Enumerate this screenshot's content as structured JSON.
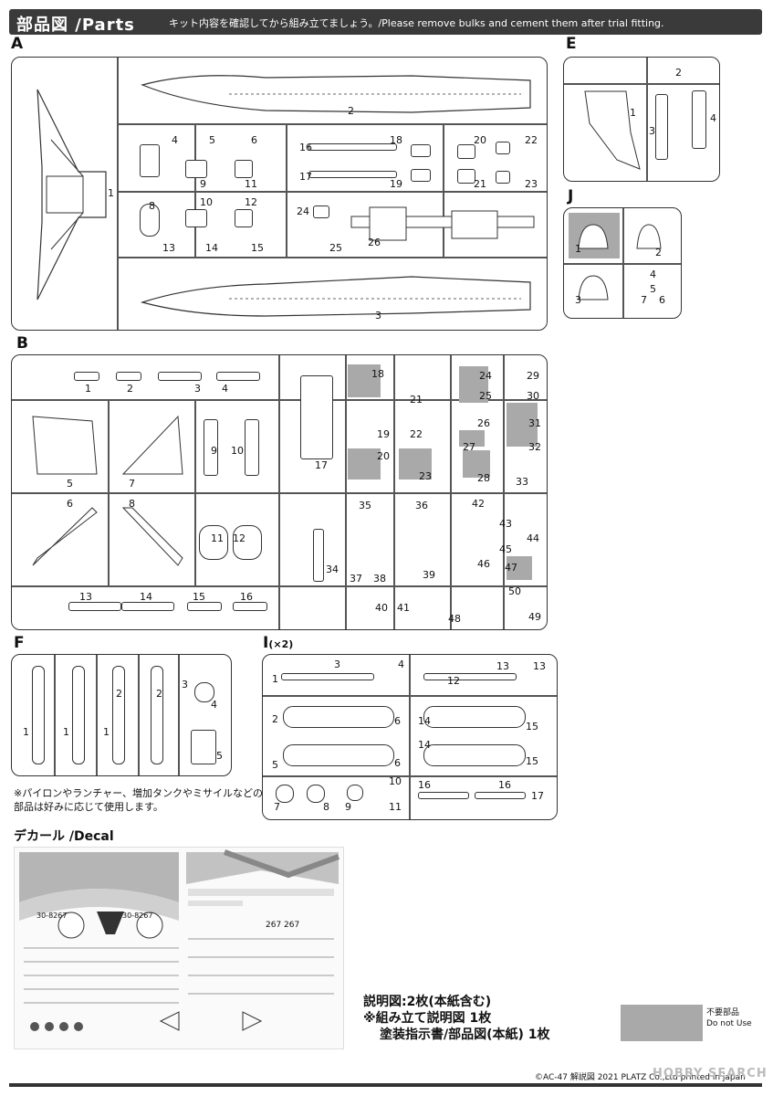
{
  "header": {
    "title": "部品図 /Parts",
    "note": "キット内容を確認してから組み立てましょう。/Please remove bulks and cement them after trial fitting."
  },
  "sections": {
    "A": {
      "label": "A",
      "numbers": [
        "1",
        "2",
        "3",
        "4",
        "5",
        "6",
        "8",
        "9",
        "10",
        "11",
        "12",
        "13",
        "14",
        "15",
        "16",
        "17",
        "18",
        "19",
        "20",
        "21",
        "22",
        "23",
        "24",
        "25",
        "26"
      ]
    },
    "B": {
      "label": "B",
      "numbers": [
        "1",
        "2",
        "3",
        "4",
        "5",
        "6",
        "7",
        "8",
        "9",
        "10",
        "11",
        "12",
        "13",
        "14",
        "15",
        "16",
        "17",
        "18",
        "19",
        "20",
        "21",
        "22",
        "23",
        "24",
        "25",
        "26",
        "27",
        "28",
        "29",
        "30",
        "31",
        "32",
        "33",
        "34",
        "35",
        "36",
        "37",
        "38",
        "39",
        "40",
        "41",
        "42",
        "43",
        "44",
        "45",
        "46",
        "47",
        "48",
        "49",
        "50"
      ]
    },
    "E": {
      "label": "E",
      "numbers": [
        "1",
        "2",
        "3",
        "4"
      ]
    },
    "J": {
      "label": "J",
      "numbers": [
        "1",
        "2",
        "3",
        "4",
        "5",
        "6",
        "7"
      ]
    },
    "F": {
      "label": "F",
      "numbers": [
        "1",
        "1",
        "1",
        "2",
        "2",
        "3",
        "4",
        "5"
      ]
    },
    "I": {
      "label": "I",
      "sub": "(×2)",
      "numbers": [
        "1",
        "2",
        "3",
        "4",
        "5",
        "6",
        "6",
        "7",
        "8",
        "9",
        "10",
        "11",
        "12",
        "13",
        "13",
        "14",
        "14",
        "15",
        "15",
        "16",
        "16",
        "17"
      ]
    }
  },
  "f_note": [
    "※パイロンやランチャー、増加タンクやミサイルなどの",
    "部品は好みに応じて使用します。"
  ],
  "decal": {
    "title": "デカール /Decal",
    "texts": [
      "30-8267",
      "30-8267",
      "267 267"
    ]
  },
  "instructions": {
    "line1": "説明図:2枚(本紙含む)",
    "line2": "※組み立て説明図 1枚",
    "line3": "塗装指示書/部品図(本紙) 1枚"
  },
  "legend": {
    "jp": "不要部品",
    "en": "Do not Use",
    "color": "#a9a9a9"
  },
  "footer": "©AC-47 解説図 2021 PLATZ Co.,Ltd printed in japan",
  "watermark": "HOBBY SEARCH"
}
